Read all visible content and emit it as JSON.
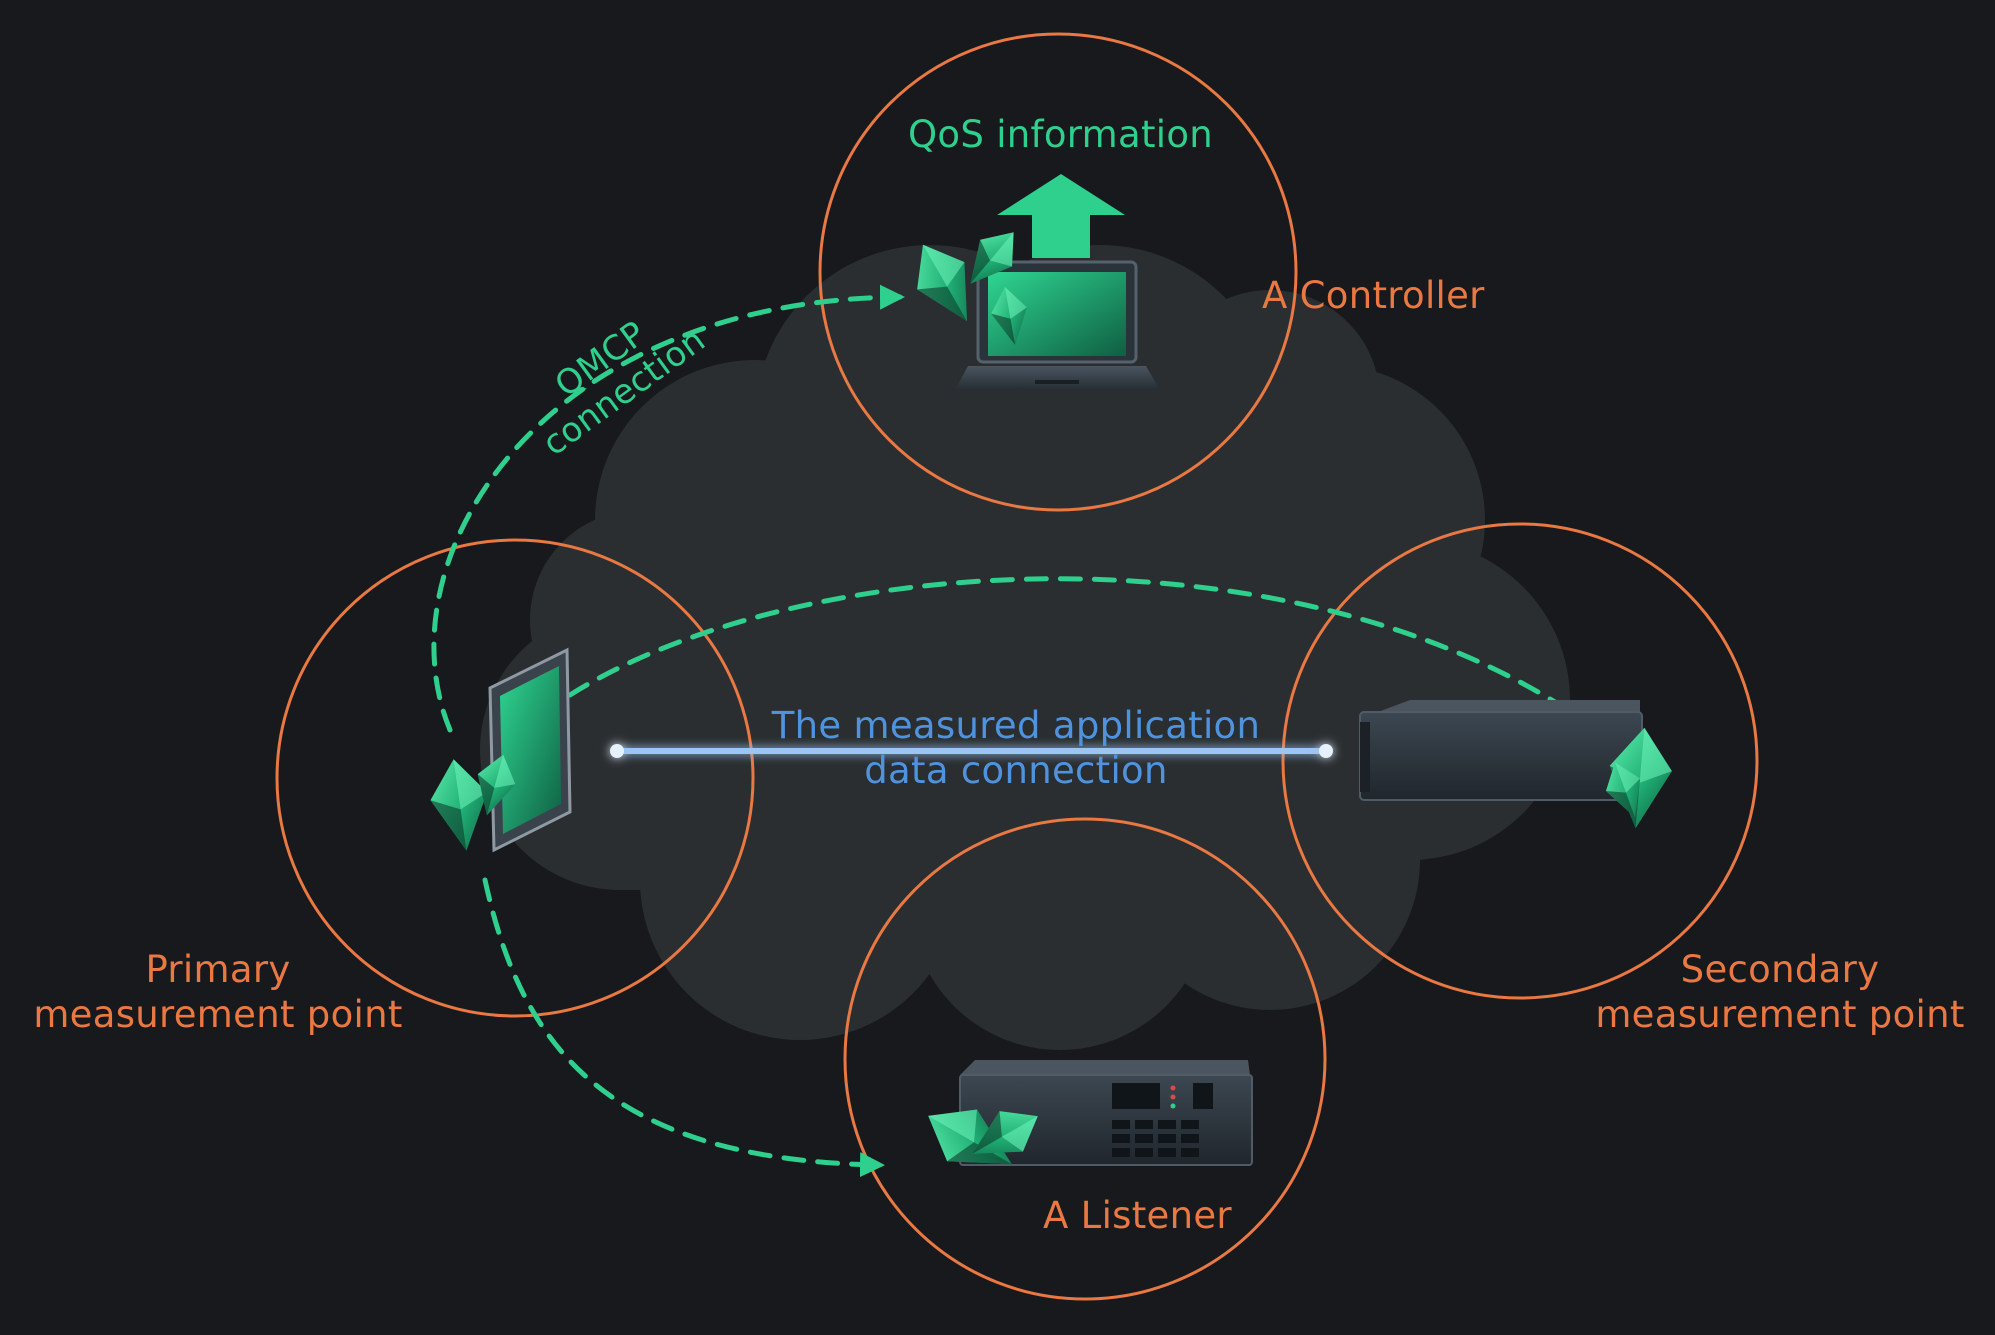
{
  "colors": {
    "background": "#17191c",
    "cloud": "#2a2e31",
    "ring": "#e97842",
    "accent_green": "#2fcf8e",
    "data_blue": "#4f93df"
  },
  "labels": {
    "qos_information": "QoS information",
    "controller": "A Controller",
    "qmcp_connection_line1": "QMCP",
    "qmcp_connection_line2": "connection",
    "measured_connection_line1": "The measured application",
    "measured_connection_line2": "data connection",
    "primary_line1": "Primary",
    "primary_line2": "measurement point",
    "secondary_line1": "Secondary",
    "secondary_line2": "measurement point",
    "listener": "A Listener"
  },
  "icons": {
    "cloud": "network-cloud-icon",
    "controller_device": "laptop-icon",
    "primary_device": "tablet-icon",
    "secondary_device": "server-icon",
    "listener_device": "rack-server-icon",
    "agent": "crystal-agent-icon",
    "upload": "upload-arrow-icon"
  }
}
